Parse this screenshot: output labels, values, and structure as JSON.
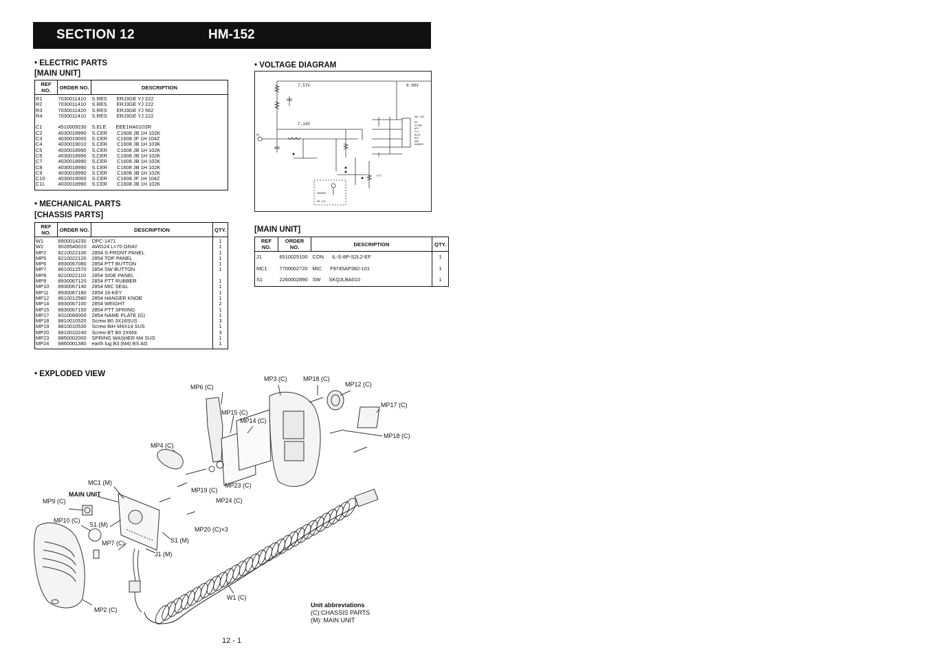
{
  "header": {
    "section": "SECTION 12",
    "model": "HM-152"
  },
  "electric": {
    "heading": "• ELECTRIC PARTS",
    "subheading": "[MAIN UNIT]",
    "columns": [
      "REF NO.",
      "ORDER NO.",
      "DESCRIPTION"
    ],
    "rows": [
      [
        "R1",
        "7030011410",
        "S.RES",
        "ERJ3GE YJ 222"
      ],
      [
        "R2",
        "7030011410",
        "S.RES",
        "ERJ3GE YJ 222"
      ],
      [
        "R3",
        "7030011420",
        "S.RES",
        "ERJ3GE YJ 562"
      ],
      [
        "R4",
        "7030011410",
        "S.RES",
        "ERJ3GE YJ 222"
      ],
      [
        "",
        "",
        "",
        ""
      ],
      [
        "C1",
        "4510009230",
        "S.ELE",
        "EEE1HA010SR"
      ],
      [
        "C2",
        "4030018990",
        "S.CER",
        "C1608 JB 1H 102K"
      ],
      [
        "C3",
        "4030019000",
        "S.CER",
        "C1608 JF 1H 104Z"
      ],
      [
        "C4",
        "4030019010",
        "S.CER",
        "C1608 JB 1H 103K"
      ],
      [
        "C5",
        "4030018990",
        "S.CER",
        "C1608 JB 1H 102K"
      ],
      [
        "C6",
        "4030018990",
        "S.CER",
        "C1608 JB 1H 102K"
      ],
      [
        "C7",
        "4030018990",
        "S.CER",
        "C1608 JB 1H 102K"
      ],
      [
        "C8",
        "4030018990",
        "S.CER",
        "C1608 JB 1H 102K"
      ],
      [
        "C9",
        "4030018990",
        "S.CER",
        "C1608 JB 1H 102K"
      ],
      [
        "C10",
        "4030019000",
        "S.CER",
        "C1608 JF 1H 104Z"
      ],
      [
        "C11",
        "4030018990",
        "S.CER",
        "C1608 JB 1H 102K"
      ]
    ]
  },
  "mechanical": {
    "heading": "• MECHANICAL PARTS",
    "subheading": "[CHASSIS PARTS]",
    "columns": [
      "REF NO.",
      "ORDER NO.",
      "DESCRIPTION",
      "QTY."
    ],
    "rows": [
      [
        "W1",
        "8900014230",
        "OPC-1471",
        "1"
      ],
      [
        "W2",
        "9028540010",
        "AWG24 L=70 GRAY",
        "1"
      ],
      [
        "",
        "",
        "",
        ""
      ],
      [
        "MP2",
        "8210022100",
        "2854 S-FRONT PANEL",
        "1"
      ],
      [
        "MP5",
        "8210022120",
        "2854 TOP PANEL",
        "1"
      ],
      [
        "MP6",
        "8930067080",
        "2854 PTT BUTTON",
        "1"
      ],
      [
        "MP7",
        "8610012570",
        "2854 SW BUTTON",
        "1"
      ],
      [
        "MP8",
        "8210022110",
        "2854 SIDE PANEL",
        ""
      ],
      [
        "MP9",
        "8930067120",
        "2854 PTT RUBBER",
        "1"
      ],
      [
        "MP10",
        "8930067140",
        "2854 MIC SEAL",
        "1"
      ],
      [
        "MP11",
        "8930067180",
        "2854 16-KEY",
        "1"
      ],
      [
        "MP12",
        "8610012580",
        "2854 HANGER KNOB",
        "1"
      ],
      [
        "MP14",
        "8930067100",
        "2854 WEIGHT",
        "2"
      ],
      [
        "MP15",
        "8930067150",
        "2854 PTT SPRING",
        "1"
      ],
      [
        "MP17",
        "8310066000",
        "2854 NAME PLATE (G)",
        "1"
      ],
      [
        "MP18",
        "8810010520",
        "Screw B0 3X16SUS",
        "3"
      ],
      [
        "MP19",
        "8810010530",
        "Screw BiH M4X14 SUS",
        "1"
      ],
      [
        "MP20",
        "8810010240",
        "Screw BT B0 2X6NI",
        "3"
      ],
      [
        "MP23",
        "8850002000",
        "SPRING WASHER M4 SUS",
        "1"
      ],
      [
        "MP24",
        "8860001380",
        "earth lug B3 (M4) BS AG",
        "1"
      ]
    ]
  },
  "voltage": {
    "heading": "• VOLTAGE DIAGRAM",
    "labels": {
      "v1": "7.57V",
      "v2": "8.00V",
      "v3": "7.14V",
      "model_tag": "HM-152",
      "hanger": "HANGER",
      "hanger_model": "HM-152",
      "ptt": "PTT",
      "w1": "W1"
    },
    "connector_pins": [
      "8V",
      "CLONE",
      "AFO",
      "PTT",
      "MICE",
      "MIC",
      "GND",
      "HANGER"
    ]
  },
  "main_unit": {
    "subheading": "[MAIN UNIT]",
    "columns": [
      "REF NO.",
      "ORDER NO.",
      "DESCRIPTION",
      "QTY."
    ],
    "rows": [
      [
        "J1",
        "6510025100",
        "CON",
        "IL-S-8P-S2L2-EF",
        "1"
      ],
      [
        "MC1",
        "7700002720",
        "MIC",
        "F9745AP382-101",
        "1"
      ],
      [
        "S1",
        "2260002890",
        "SW",
        "SKQJLBA010",
        "1"
      ]
    ]
  },
  "exploded": {
    "heading": "• EXPLODED VIEW",
    "callouts": {
      "mp3": "MP3 (C)",
      "mp18a": "MP18 (C)",
      "mp12": "MP12 (C)",
      "mp6": "MP6 (C)",
      "mp17": "MP17 (C)",
      "mp15": "MP15 (C)",
      "mp14": "MP14 (C)",
      "mp18b": "MP18 (C)",
      "mp4": "MP4 (C)",
      "mc1": "MC1 (M)",
      "main_unit": "MAIN UNIT",
      "mp9": "MP9 (C)",
      "mp19": "MP19 (C)",
      "mp23": "MP23 (C)",
      "mp24": "MP24 (C)",
      "mp10": "MP10 (C)",
      "s1a": "S1 (M)",
      "mp20": "MP20 (C)×3",
      "s1b": "S1 (M)",
      "mp7": "MP7 (C)",
      "j1": "J1 (M)",
      "w1": "W1 (C)",
      "mp2": "MP2 (C)"
    }
  },
  "abbreviations": {
    "title": "Unit abbreviations",
    "lines": [
      "(C):CHASSIS PARTS",
      "(M): MAIN UNIT"
    ]
  },
  "page_number": "12 - 1"
}
